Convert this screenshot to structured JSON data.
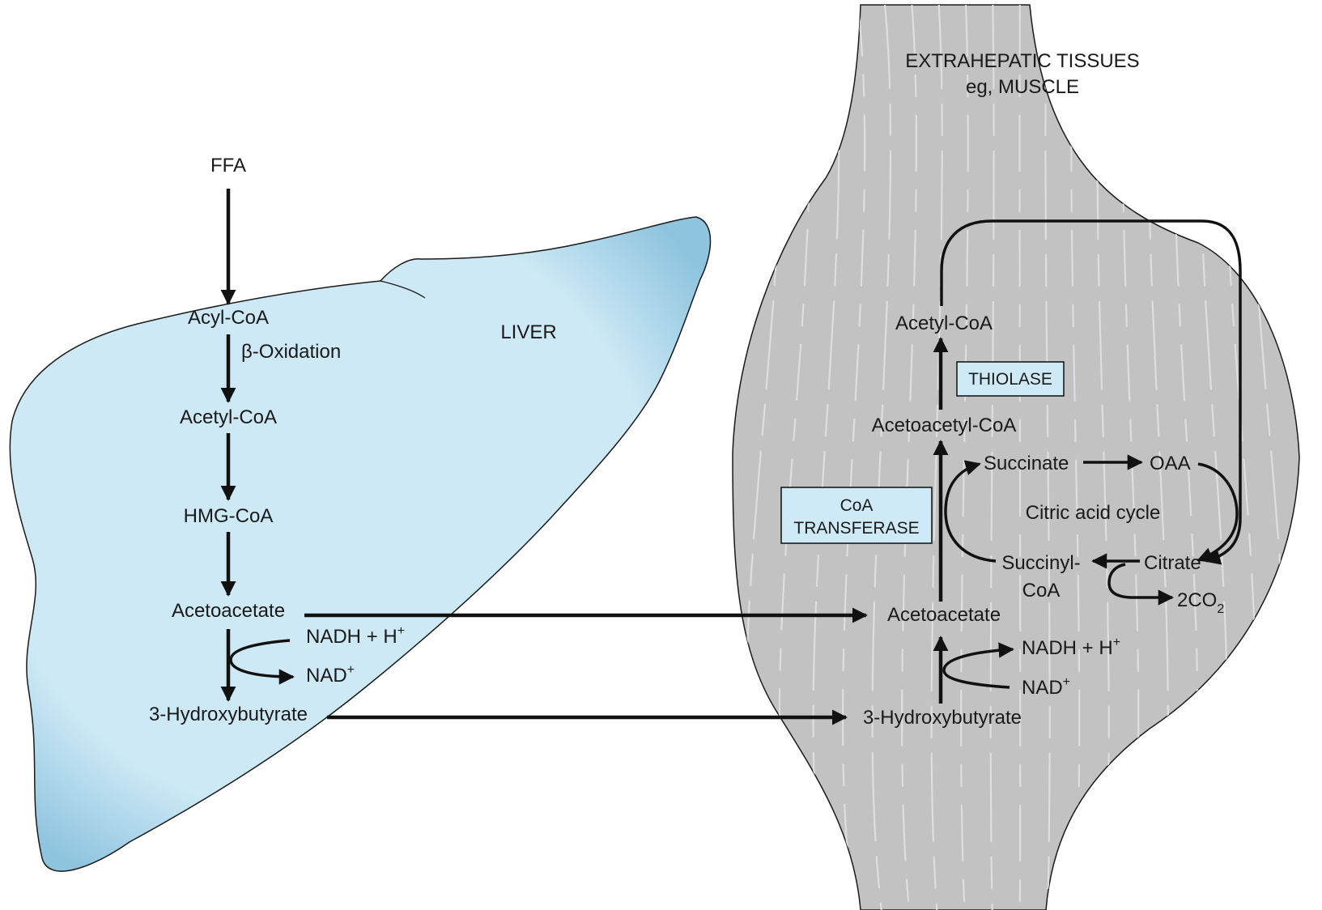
{
  "colors": {
    "liver_fill": "#cde9f6",
    "liver_fill_edge": "#8ec4de",
    "muscle_fill": "#c2c2c2",
    "muscle_stripe": "#dedede",
    "enzyme_box_fill": "#cfeaf7",
    "line": "#111111"
  },
  "liver": {
    "title": "LIVER",
    "ffa": "FFA",
    "acyl_coa": "Acyl-CoA",
    "beta_oxidation": "β-Oxidation",
    "acetyl_coa": "Acetyl-CoA",
    "hmg_coa": "HMG-CoA",
    "acetoacetate": "Acetoacetate",
    "nadh": "NADH + H",
    "nadh_sup": "+",
    "nad": "NAD",
    "nad_sup": "+",
    "hydroxybutyrate": "3-Hydroxybutyrate"
  },
  "extrahepatic": {
    "title_line1": "EXTRAHEPATIC TISSUES",
    "title_line2": "eg, MUSCLE",
    "acetyl_coa": "Acetyl-CoA",
    "thiolase": "THIOLASE",
    "acetoacetyl_coa": "Acetoacetyl-CoA",
    "coa_transferase_line1": "CoA",
    "coa_transferase_line2": "TRANSFERASE",
    "succinate": "Succinate",
    "oaa": "OAA",
    "citric_acid_cycle": "Citric acid cycle",
    "succinyl_coa_line1": "Succinyl-",
    "succinyl_coa_line2": "CoA",
    "citrate": "Citrate",
    "co2": "2CO",
    "co2_sub": "2",
    "acetoacetate": "Acetoacetate",
    "nadh": "NADH + H",
    "nadh_sup": "+",
    "nad": "NAD",
    "nad_sup": "+",
    "hydroxybutyrate": "3-Hydroxybutyrate"
  }
}
